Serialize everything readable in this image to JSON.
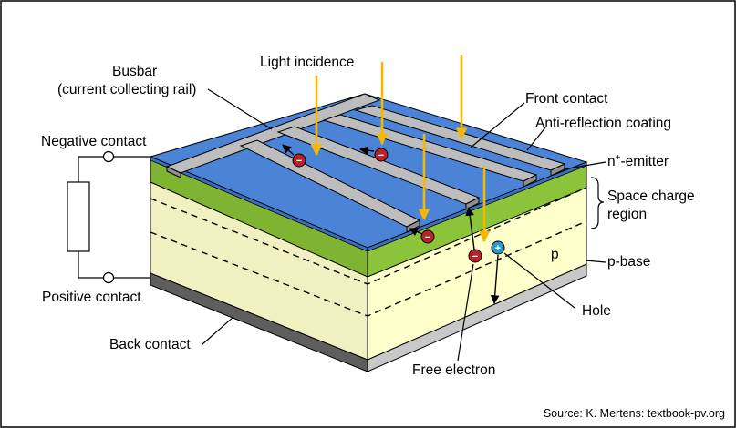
{
  "labels": {
    "light_incidence": "Light incidence",
    "busbar": "Busbar",
    "busbar_sub": "(current collecting rail)",
    "front_contact": "Front contact",
    "anti_reflection": "Anti-reflection coating",
    "negative_contact": "Negative contact",
    "n_emitter_prefix": "n",
    "n_emitter_sup": "+",
    "n_emitter_suffix": "-emitter",
    "space_charge_1": "Space charge",
    "space_charge_2": "region",
    "p_region": "p",
    "p_base": "p-base",
    "positive_contact": "Positive contact",
    "hole": "Hole",
    "back_contact": "Back contact",
    "free_electron": "Free electron",
    "source": "Source: K. Mertens: textbook-pv.org"
  },
  "charges": {
    "electron_sign": "−",
    "hole_sign": "+"
  },
  "colors": {
    "anti_reflection_blue": "#4b84d6",
    "emitter_green": "#8bc43a",
    "base_cream": "#ffffcc",
    "base_cream_side": "#f0f0c0",
    "metal_gray": "#bdbdbd",
    "back_contact_dark": "#5e5e5e",
    "light_ray": "#f5b800",
    "electron_red": "#b8242a",
    "hole_blue": "#2a9cc8"
  }
}
